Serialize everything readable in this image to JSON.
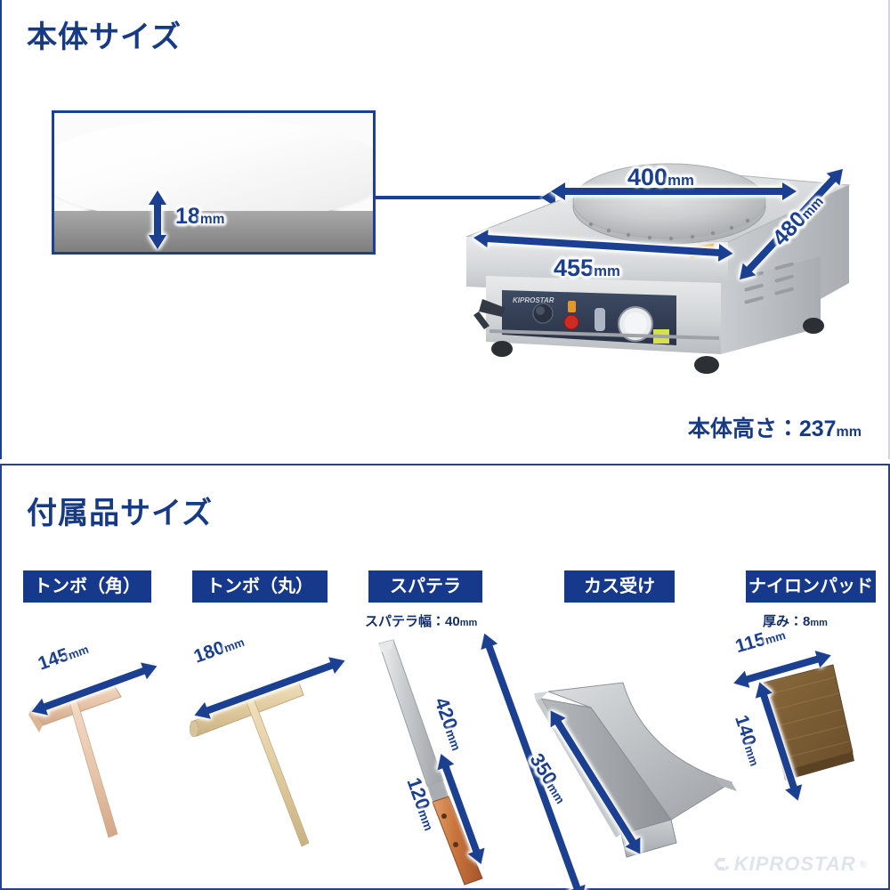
{
  "sections": {
    "body_size": {
      "title": "本体サイズ"
    },
    "accessory_size": {
      "title": "付属品サイズ"
    }
  },
  "body_dimensions": {
    "plate_thickness": {
      "value": "18",
      "unit": "mm",
      "label": "18mm"
    },
    "plate_diameter": {
      "value": "400",
      "unit": "mm",
      "label": "400mm"
    },
    "width": {
      "value": "455",
      "unit": "mm",
      "label": "455mm"
    },
    "depth": {
      "value": "480",
      "unit": "mm",
      "label": "480mm"
    },
    "height_caption": {
      "prefix": "本体高さ：",
      "value": "237",
      "unit": "mm"
    }
  },
  "accessories": [
    {
      "chip": "トンボ（角）",
      "sub": null,
      "dims": [
        {
          "value": "145",
          "unit": "mm",
          "label": "145mm"
        }
      ]
    },
    {
      "chip": "トンボ（丸）",
      "sub": null,
      "dims": [
        {
          "value": "180",
          "unit": "mm",
          "label": "180mm"
        }
      ]
    },
    {
      "chip": "スパテラ",
      "sub": {
        "prefix": "スパテラ幅：",
        "value": "40",
        "unit": "mm"
      },
      "dims": [
        {
          "value": "420",
          "unit": "mm",
          "label": "420mm"
        },
        {
          "value": "120",
          "unit": "mm",
          "label": "120mm"
        }
      ]
    },
    {
      "chip": "カス受け",
      "sub": null,
      "dims": [
        {
          "value": "350",
          "unit": "mm",
          "label": "350mm"
        }
      ]
    },
    {
      "chip": "ナイロンパッド",
      "sub": {
        "prefix": "厚み：",
        "value": "8",
        "unit": "mm"
      },
      "dims": [
        {
          "value": "115",
          "unit": "mm",
          "label": "115mm"
        },
        {
          "value": "140",
          "unit": "mm",
          "label": "140mm"
        }
      ]
    }
  ],
  "brand": {
    "name": "KIPROSTAR",
    "registered": "®"
  },
  "colors": {
    "brand_blue": "#173a86",
    "chip_blue": "#16398c",
    "arrow_blue": "#1b3f91",
    "frame_blue": "#24438f",
    "background": "#ffffff",
    "brand_watermark": "#dfe4ec"
  },
  "text": {
    "thickness_18": "18",
    "diameter_400": "400",
    "width_455": "455",
    "depth_480": "480",
    "height_237": "237",
    "height_prefix": "本体高さ：",
    "mm": "mm",
    "spatula_width_prefix": "スパテラ幅：",
    "spatula_width_value": "40",
    "pad_thickness_prefix": "厚み：",
    "pad_thickness_value": "8",
    "d145": "145",
    "d180": "180",
    "d420": "420",
    "d120": "120",
    "d350": "350",
    "d115": "115",
    "d140": "140"
  }
}
